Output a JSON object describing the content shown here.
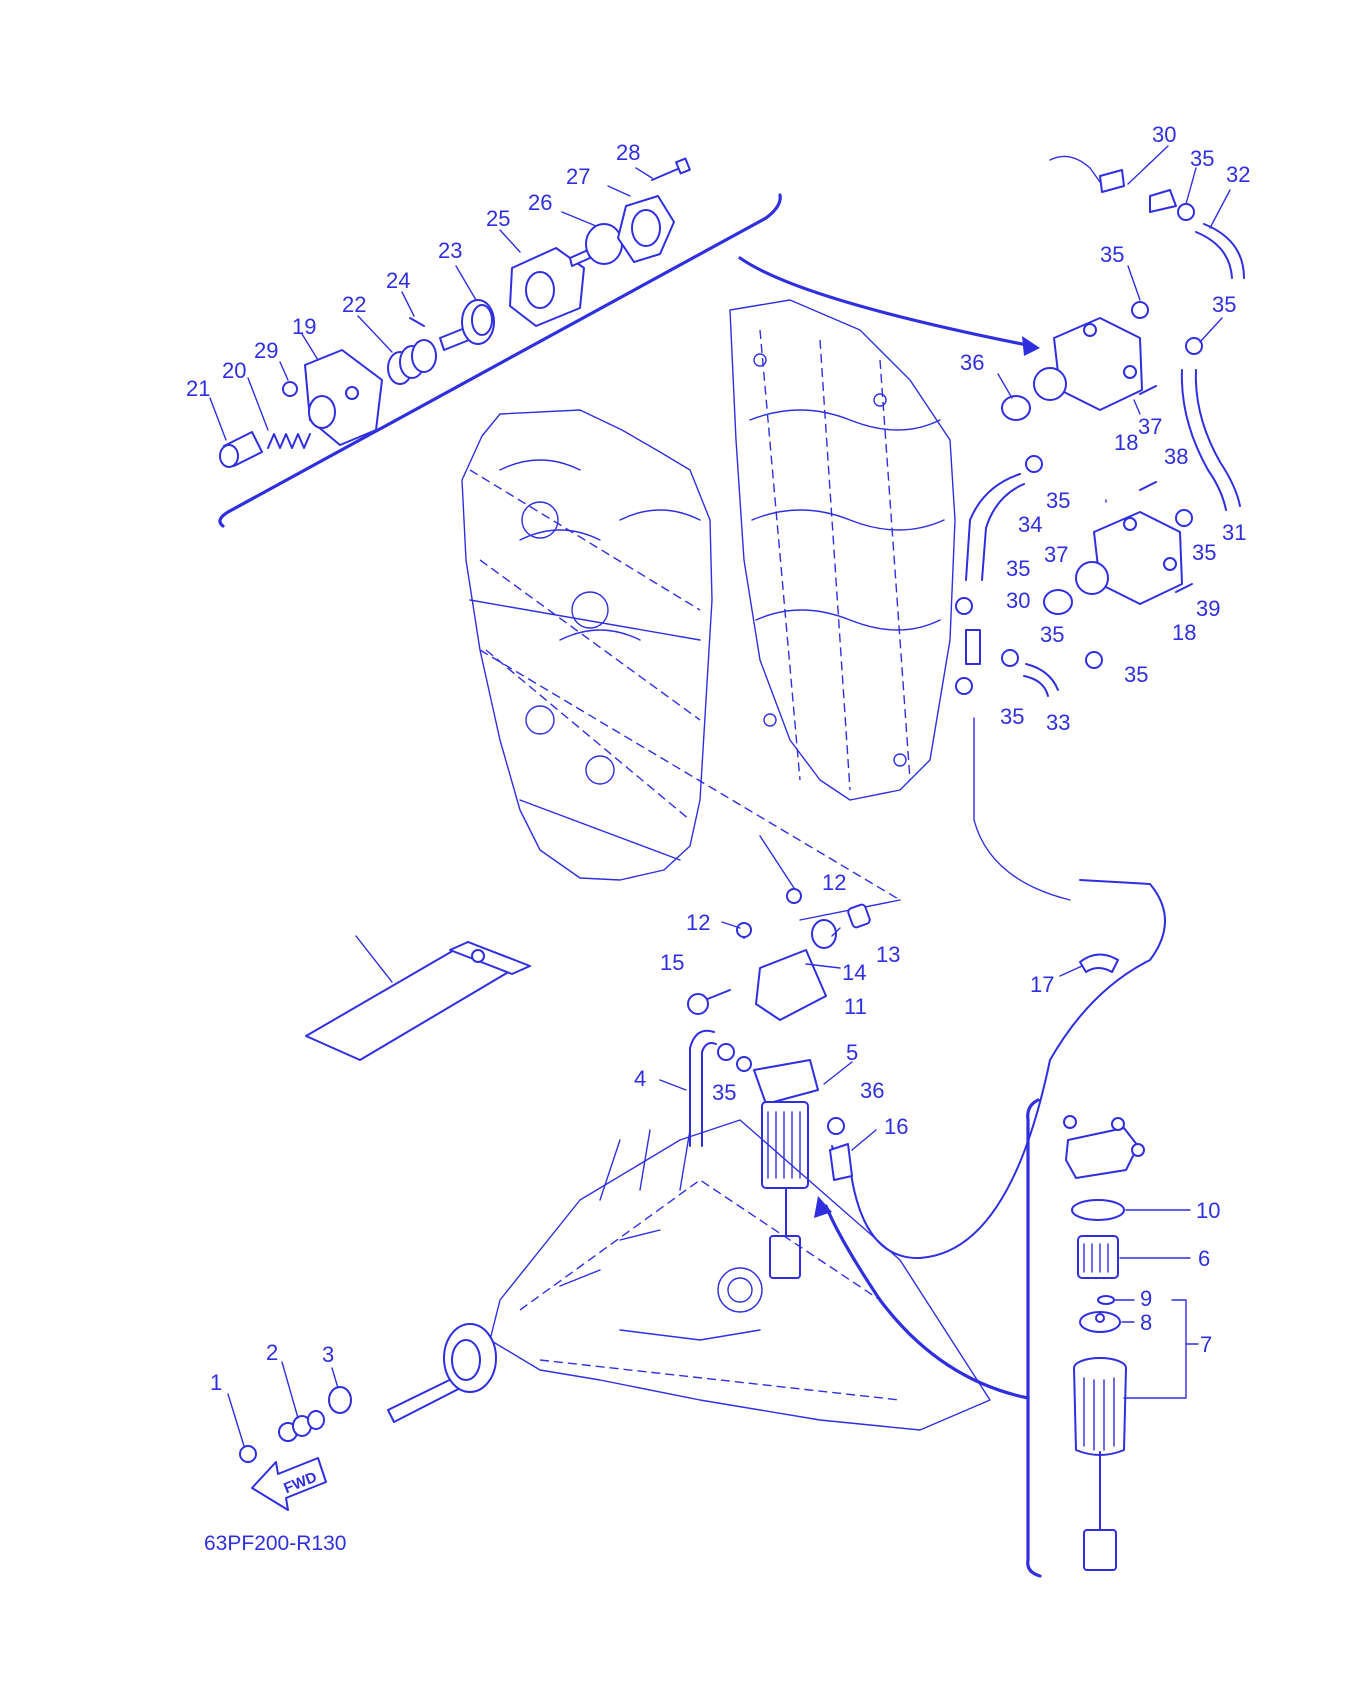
{
  "diagram_code": "63PF200-R130",
  "fwd_label": "FWD",
  "accent_color": "#2f2fe0",
  "callouts": [
    "1",
    "2",
    "3",
    "4",
    "5",
    "6",
    "7",
    "8",
    "9",
    "10",
    "11",
    "12",
    "12",
    "13",
    "14",
    "15",
    "16",
    "17",
    "18",
    "18",
    "19",
    "20",
    "21",
    "22",
    "23",
    "24",
    "25",
    "26",
    "27",
    "28",
    "29",
    "30",
    "30",
    "31",
    "32",
    "33",
    "34",
    "35",
    "35",
    "35",
    "35",
    "35",
    "35",
    "35",
    "35",
    "35",
    "35",
    "36",
    "36",
    "37",
    "37",
    "38",
    "39"
  ]
}
